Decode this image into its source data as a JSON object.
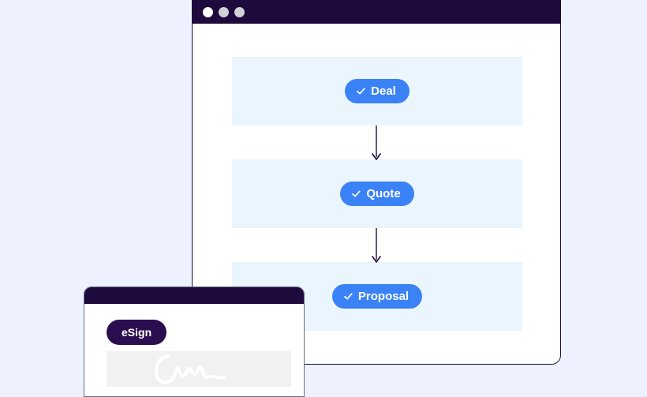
{
  "page": {
    "background_color": "#eef2fe"
  },
  "main_window": {
    "name": "deal-flow-window",
    "titlebar": {
      "color": "#1e0a3c",
      "dots": [
        {
          "name": "close-dot",
          "color": "#ffffff"
        },
        {
          "name": "minimize-dot",
          "color": "#d2d2d6"
        },
        {
          "name": "maximize-dot",
          "color": "#d2d2d6"
        }
      ]
    },
    "accent_color": "#3b82f6",
    "band_color": "#eaf5fd",
    "stages": [
      {
        "label": "Deal",
        "icon": "check-icon"
      },
      {
        "label": "Quote",
        "icon": "check-icon"
      },
      {
        "label": "Proposal",
        "icon": "check-icon"
      }
    ],
    "connectors": [
      {
        "name": "arrow-deal-to-quote",
        "direction": "down"
      },
      {
        "name": "arrow-quote-to-proposal",
        "direction": "down"
      }
    ]
  },
  "sign_window": {
    "name": "esign-window",
    "titlebar": {
      "color": "#1e0a3c"
    },
    "badge": {
      "label": "eSign",
      "color": "#2a0e4f"
    },
    "signature": {
      "name": "signature-field",
      "box_color": "#f1f1f3",
      "stroke_color": "#ffffff"
    }
  }
}
